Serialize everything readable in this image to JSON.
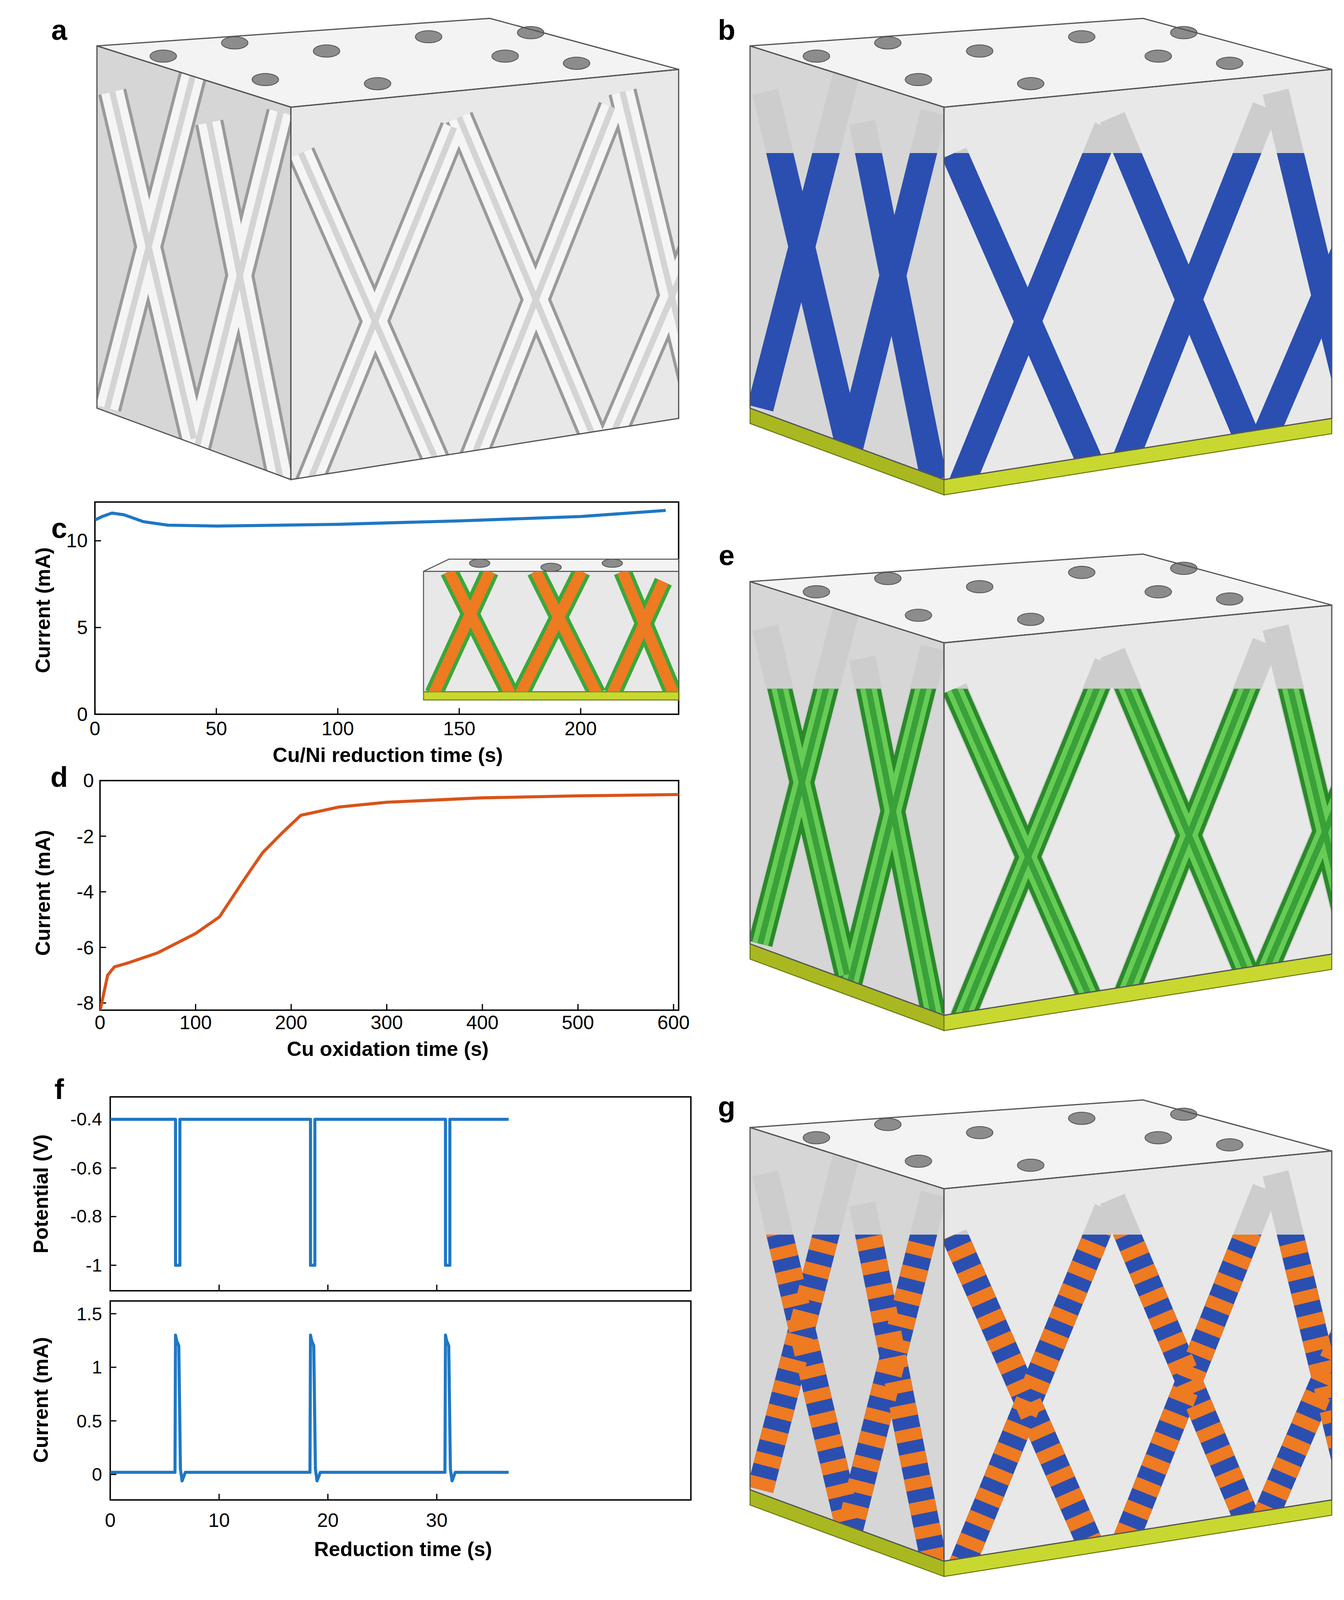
{
  "diagram": {
    "labels": [
      "a",
      "b",
      "c",
      "Current (mA)",
      "0",
      "5",
      "10",
      "0",
      "50",
      "100",
      "150",
      "200",
      "Cu/Ni reduction time (s)",
      "d",
      "Current (mA)",
      "0",
      "-2",
      "-4",
      "-6",
      "-8",
      "0",
      "100",
      "200",
      "300",
      "400",
      "500",
      "600",
      "Cu oxidation time (s)",
      "e",
      "f",
      "Potential (V)",
      "-0.4",
      "-0.6",
      "-0.8",
      "-1",
      "Current (mA)",
      "0",
      "0.5",
      "1",
      "1.5",
      "0",
      "10",
      "20",
      "30",
      "Reduction time (s)",
      "g"
    ]
  }
}
